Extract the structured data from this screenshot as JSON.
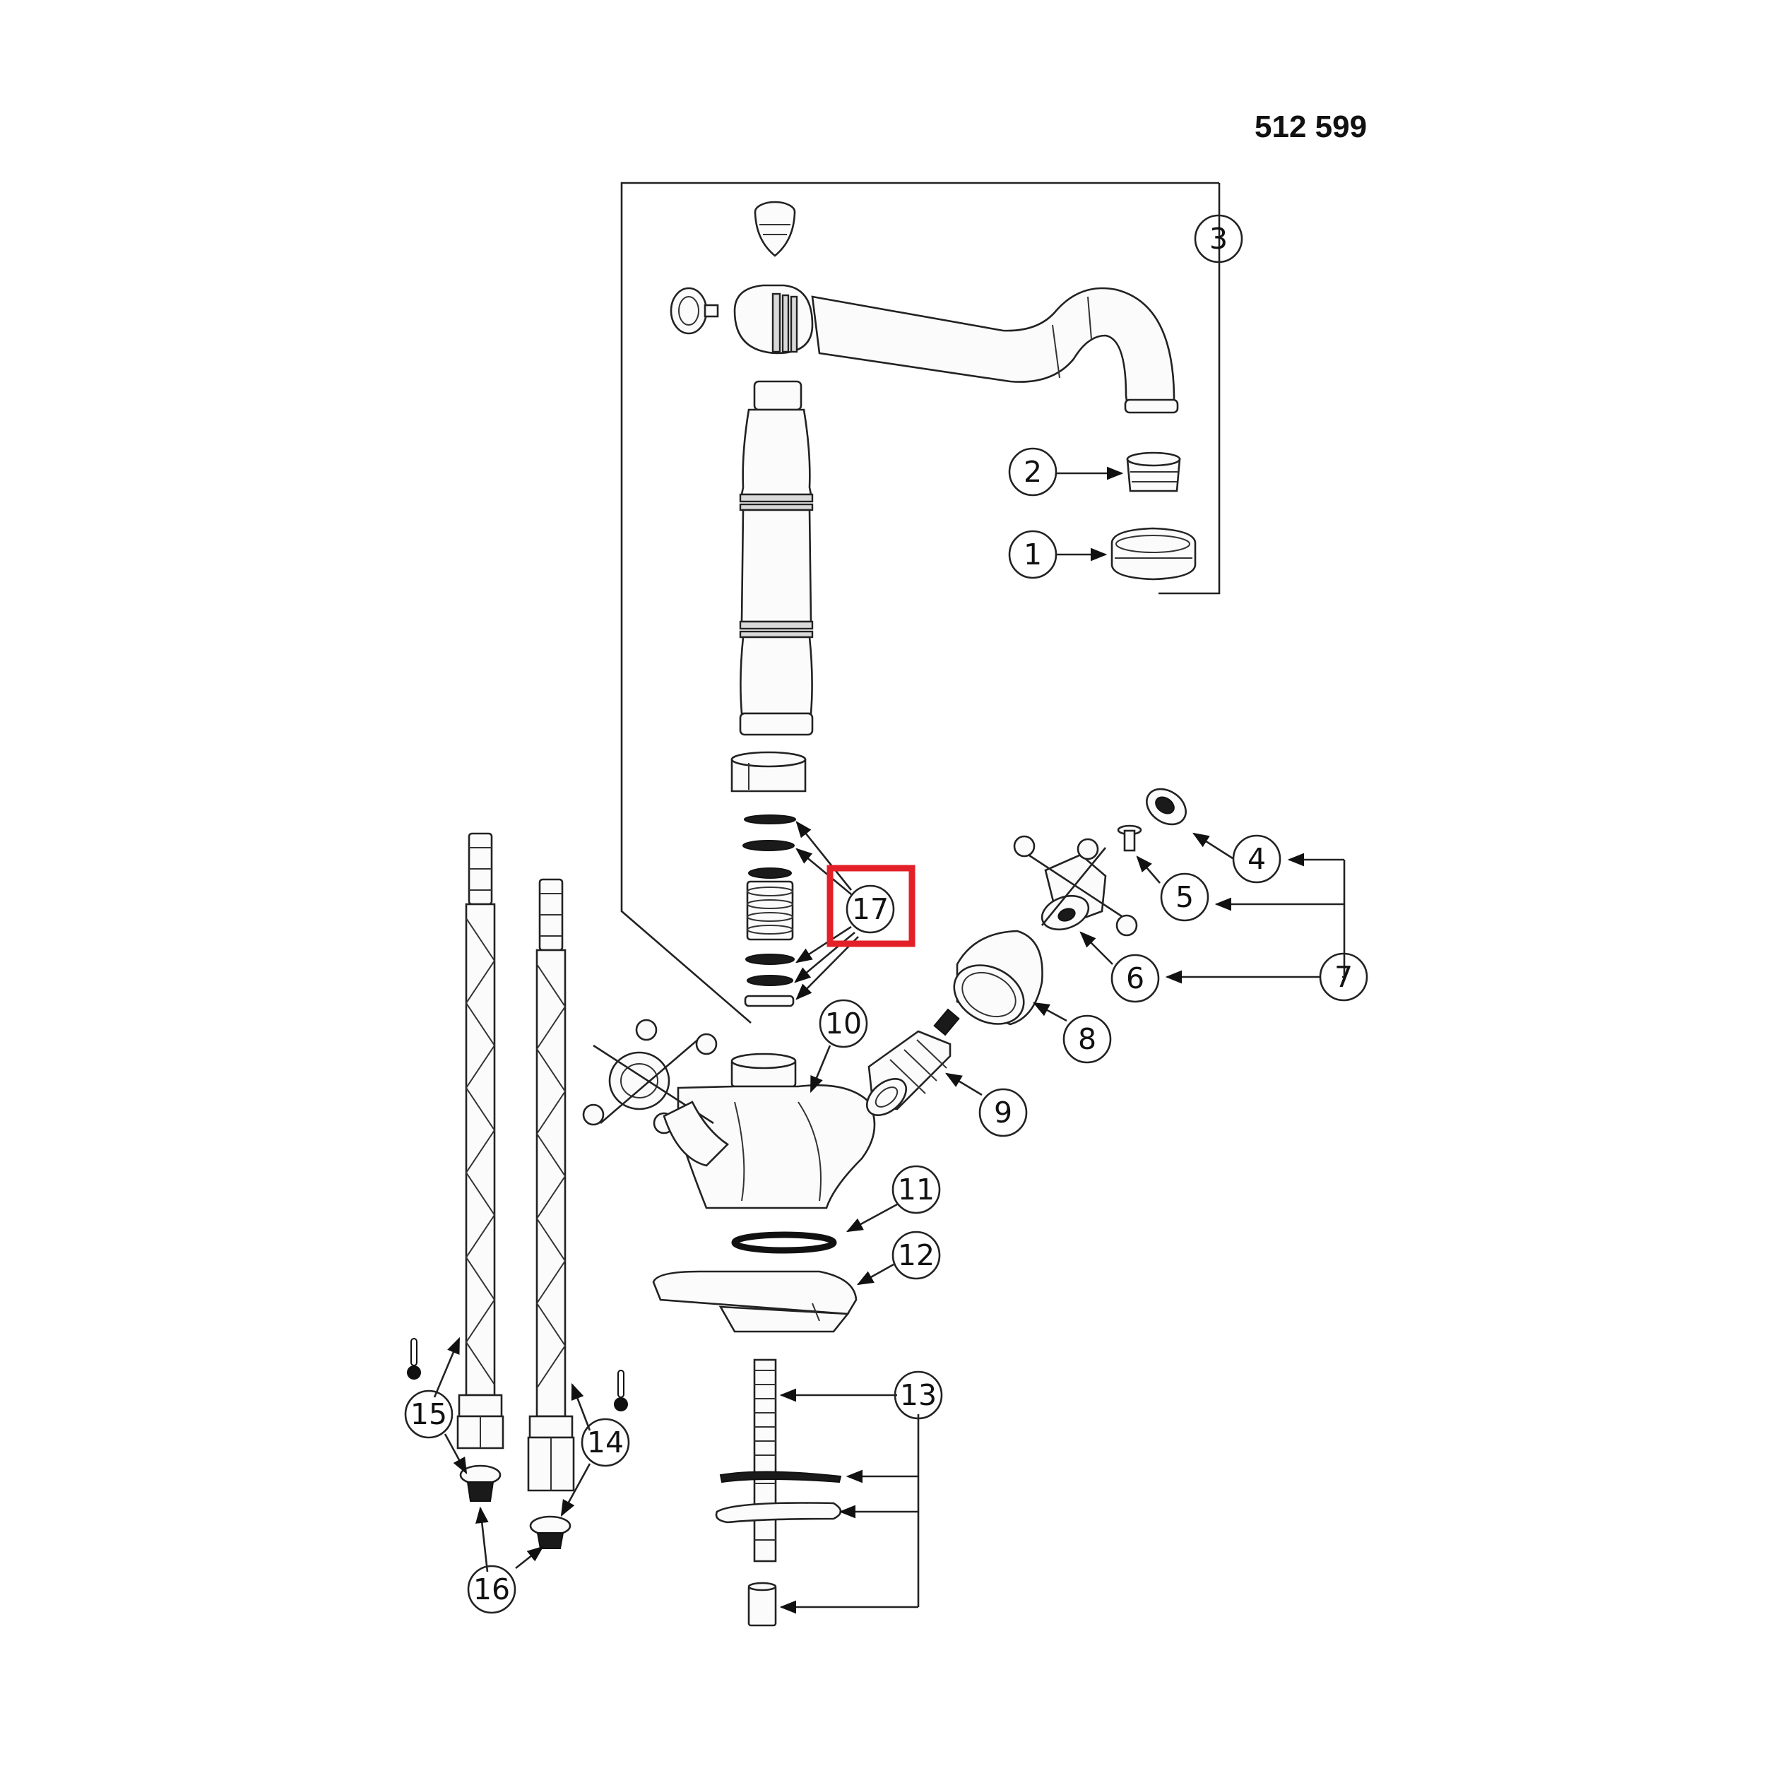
{
  "drawing": {
    "code": "512 599"
  },
  "colors": {
    "line": "#222222",
    "highlight": "#e32028",
    "background": "#ffffff"
  },
  "callouts": [
    {
      "id": "1",
      "label": "1"
    },
    {
      "id": "2",
      "label": "2"
    },
    {
      "id": "3",
      "label": "3"
    },
    {
      "id": "4",
      "label": "4"
    },
    {
      "id": "5",
      "label": "5"
    },
    {
      "id": "6",
      "label": "6"
    },
    {
      "id": "7",
      "label": "7"
    },
    {
      "id": "8",
      "label": "8"
    },
    {
      "id": "9",
      "label": "9"
    },
    {
      "id": "10",
      "label": "10"
    },
    {
      "id": "11",
      "label": "11"
    },
    {
      "id": "12",
      "label": "12"
    },
    {
      "id": "13",
      "label": "13"
    },
    {
      "id": "14",
      "label": "14"
    },
    {
      "id": "15",
      "label": "15"
    },
    {
      "id": "16",
      "label": "16"
    },
    {
      "id": "17",
      "label": "17",
      "highlighted": true
    }
  ],
  "icons": [
    "thermometer-icon"
  ]
}
